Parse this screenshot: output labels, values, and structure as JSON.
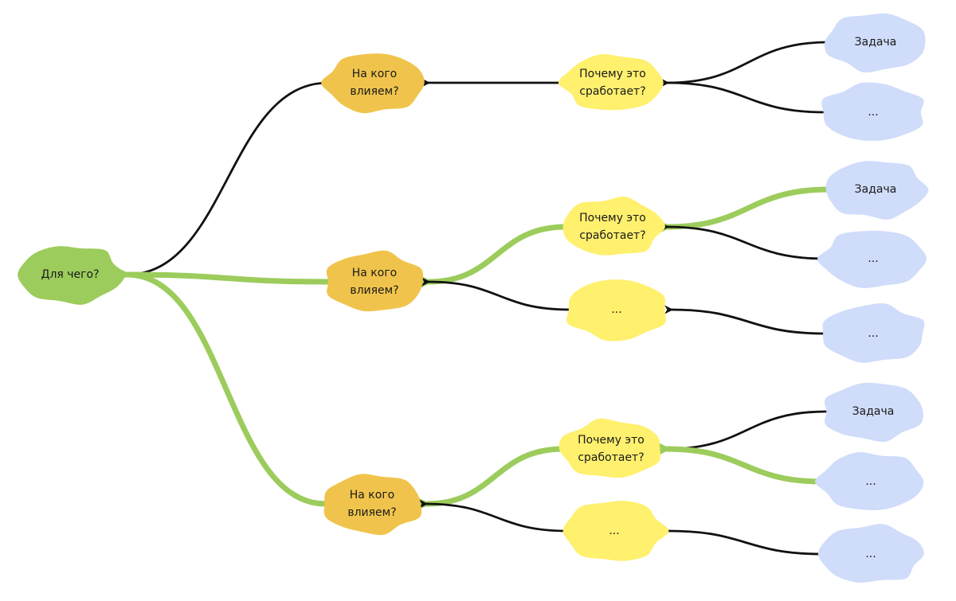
{
  "colors": {
    "goal": "#9ccc5c",
    "audience": "#f0c44c",
    "reason": "#fff06e",
    "task": "#cfdcfa",
    "edge_default": "#111111",
    "edge_highlight": "#9ccc5c"
  },
  "nodes": [
    {
      "id": "goal",
      "kind": "goal",
      "lines": [
        "Для чего?"
      ]
    },
    {
      "id": "a1",
      "kind": "audience",
      "lines": [
        "На кого",
        "влияем?"
      ]
    },
    {
      "id": "a2",
      "kind": "audience",
      "lines": [
        "На кого",
        "влияем?"
      ]
    },
    {
      "id": "a3",
      "kind": "audience",
      "lines": [
        "На кого",
        "влияем?"
      ]
    },
    {
      "id": "r1",
      "kind": "reason",
      "lines": [
        "Почему это",
        "сработает?"
      ]
    },
    {
      "id": "r2",
      "kind": "reason",
      "lines": [
        "Почему это",
        "сработает?"
      ]
    },
    {
      "id": "r3",
      "kind": "reason",
      "lines": [
        "..."
      ]
    },
    {
      "id": "r4",
      "kind": "reason",
      "lines": [
        "Почему это",
        "сработает?"
      ]
    },
    {
      "id": "r5",
      "kind": "reason",
      "lines": [
        "..."
      ]
    },
    {
      "id": "t1",
      "kind": "task",
      "lines": [
        "Задача"
      ]
    },
    {
      "id": "t2",
      "kind": "task",
      "lines": [
        "..."
      ]
    },
    {
      "id": "t3",
      "kind": "task",
      "lines": [
        "Задача"
      ]
    },
    {
      "id": "t4",
      "kind": "task",
      "lines": [
        "..."
      ]
    },
    {
      "id": "t5",
      "kind": "task",
      "lines": [
        "..."
      ]
    },
    {
      "id": "t6",
      "kind": "task",
      "lines": [
        "Задача"
      ]
    },
    {
      "id": "t7",
      "kind": "task",
      "lines": [
        "..."
      ]
    },
    {
      "id": "t8",
      "kind": "task",
      "lines": [
        "..."
      ]
    }
  ],
  "edges": [
    {
      "from": "a1",
      "to": "goal",
      "highlight": false
    },
    {
      "from": "a2",
      "to": "goal",
      "highlight": true
    },
    {
      "from": "a3",
      "to": "goal",
      "highlight": true
    },
    {
      "from": "r1",
      "to": "a1",
      "highlight": false
    },
    {
      "from": "r2",
      "to": "a2",
      "highlight": true
    },
    {
      "from": "r3",
      "to": "a2",
      "highlight": false
    },
    {
      "from": "r4",
      "to": "a3",
      "highlight": true
    },
    {
      "from": "r5",
      "to": "a3",
      "highlight": false
    },
    {
      "from": "t1",
      "to": "r1",
      "highlight": false
    },
    {
      "from": "t2",
      "to": "r1",
      "highlight": false
    },
    {
      "from": "t3",
      "to": "r2",
      "highlight": true
    },
    {
      "from": "t4",
      "to": "r2",
      "highlight": false
    },
    {
      "from": "t5",
      "to": "r3",
      "highlight": false
    },
    {
      "from": "t6",
      "to": "r4",
      "highlight": false
    },
    {
      "from": "t7",
      "to": "r4",
      "highlight": true
    },
    {
      "from": "t8",
      "to": "r5",
      "highlight": false
    }
  ]
}
